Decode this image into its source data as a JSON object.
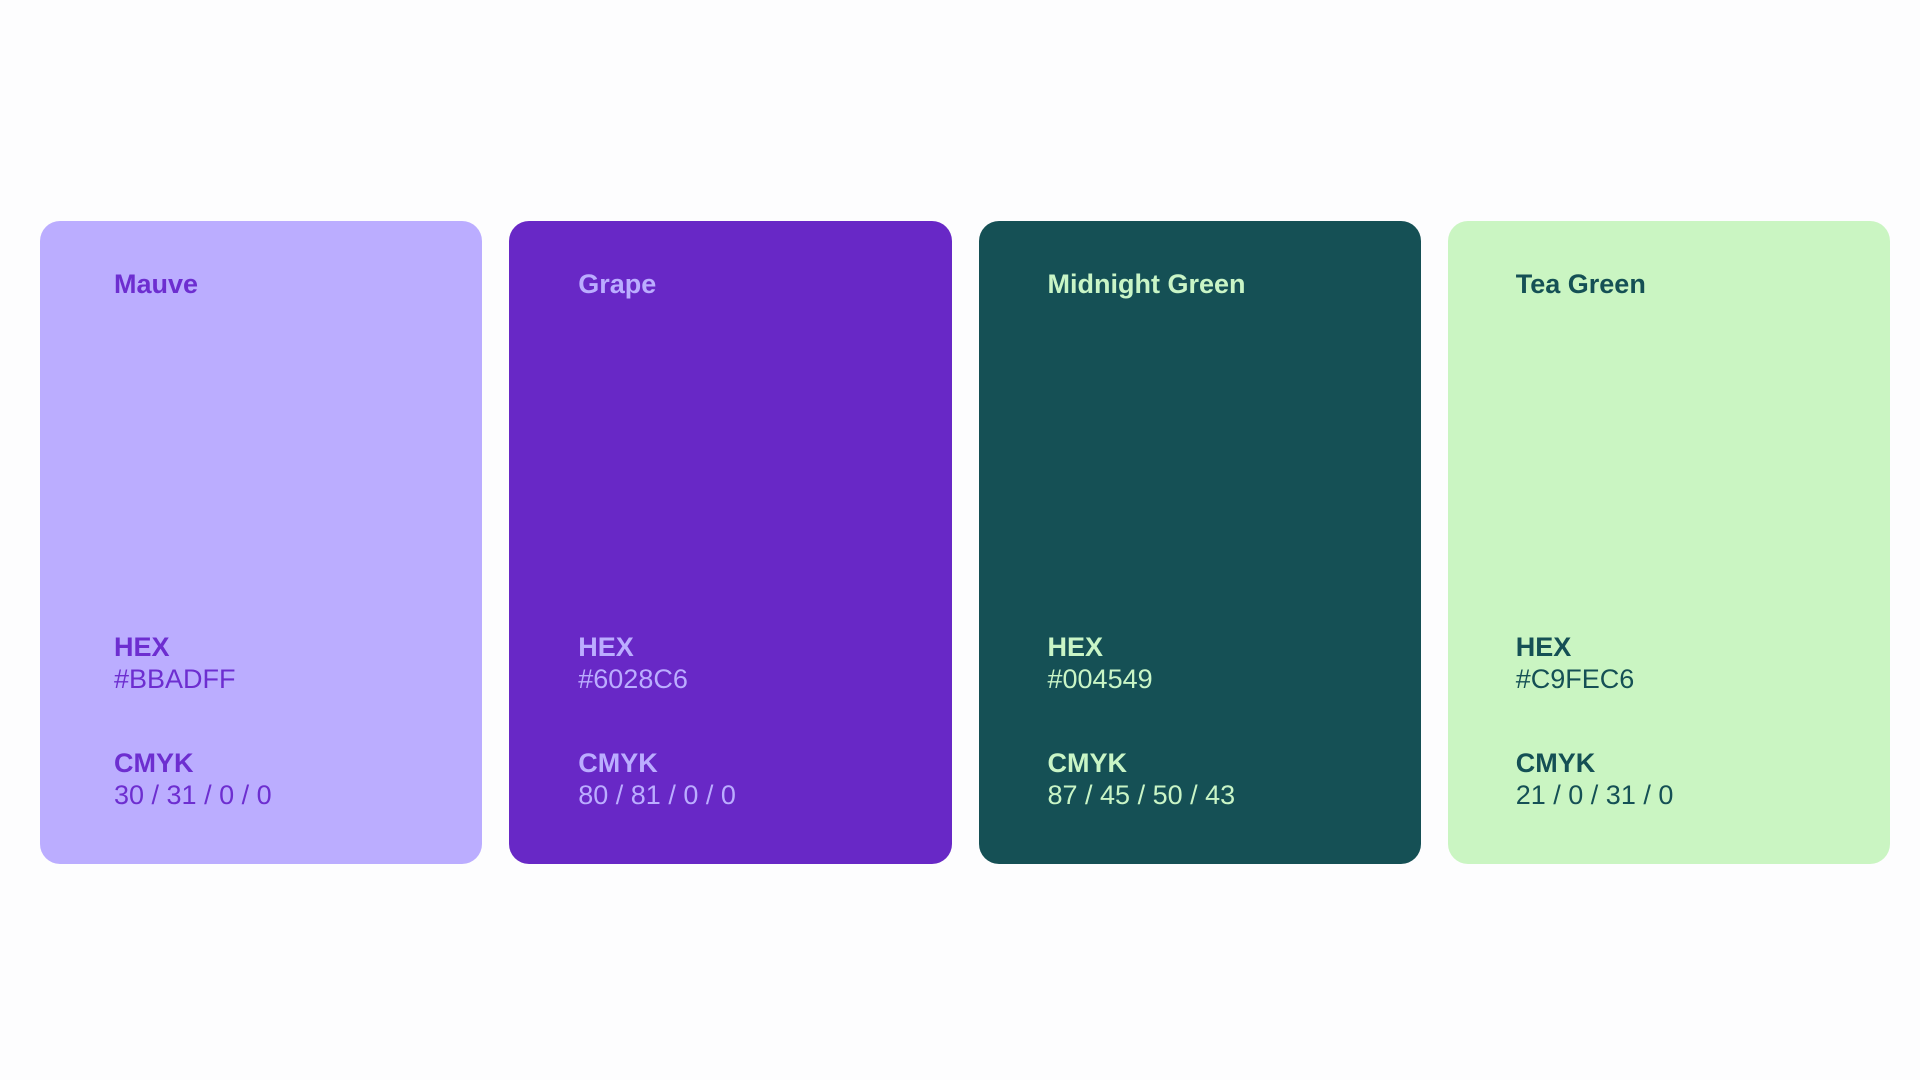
{
  "palette": {
    "swatches": [
      {
        "name": "Mauve",
        "hex_label": "HEX",
        "hex_value": "#BBADFF",
        "cmyk_label": "CMYK",
        "cmyk_value": "30 / 31 / 0 / 0",
        "background": "#BBADFF",
        "text_color": "#6D2ED0"
      },
      {
        "name": "Grape",
        "hex_label": "HEX",
        "hex_value": "#6028C6",
        "cmyk_label": "CMYK",
        "cmyk_value": "80 / 81 / 0 / 0",
        "background": "#6828C6",
        "text_color": "#BBADFF"
      },
      {
        "name": "Midnight Green",
        "hex_label": "HEX",
        "hex_value": "#004549",
        "cmyk_label": "CMYK",
        "cmyk_value": "87 / 45 / 50 / 43",
        "background": "#155055",
        "text_color": "#C9F5C6"
      },
      {
        "name": "Tea Green",
        "hex_label": "HEX",
        "hex_value": "#C9FEC6",
        "cmyk_label": "CMYK",
        "cmyk_value": "21 / 0 / 31 / 0",
        "background": "#CAF5C2",
        "text_color": "#155055"
      }
    ]
  }
}
